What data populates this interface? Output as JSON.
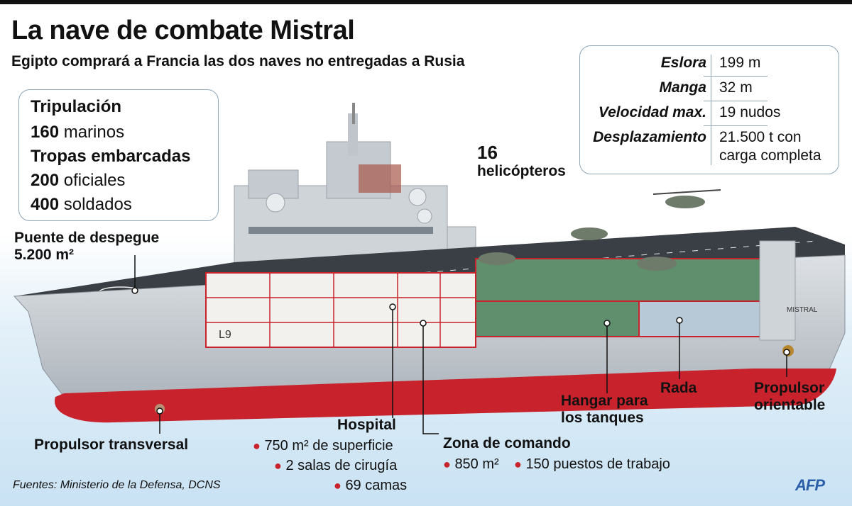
{
  "title": "La nave de combate Mistral",
  "subtitle": "Egipto comprará a Francia las dos naves no entregadas a Rusia",
  "crew": {
    "heading1": "Tripulación",
    "line1_num": "160",
    "line1_txt": "marinos",
    "heading2": "Tropas embarcadas",
    "line2_num": "200",
    "line2_txt": "oficiales",
    "line3_num": "400",
    "line3_txt": "soldados"
  },
  "specs": [
    {
      "key": "Eslora",
      "value": "199 m"
    },
    {
      "key": "Manga",
      "value": "32 m"
    },
    {
      "key": "Velocidad max.",
      "value": "19 nudos"
    },
    {
      "key": "Desplazamiento",
      "value": "21.500 t con",
      "value2": "carga completa"
    }
  ],
  "labels": {
    "deck_1": "Puente de despegue",
    "deck_2": "5.200 m²",
    "heli_num": "16",
    "heli_txt": "helicópteros",
    "hospital": "Hospital",
    "hospital_b1": "750 m² de superficie",
    "hospital_b2": "2 salas de cirugía",
    "hospital_b3": "69 camas",
    "command": "Zona de comando",
    "command_b1": "850 m²",
    "command_b2": "150 puestos de trabajo",
    "hangar_1": "Hangar para",
    "hangar_2": "los tanques",
    "rada": "Rada",
    "propulsor_or_1": "Propulsor",
    "propulsor_or_2": "orientable",
    "propulsor_tr": "Propulsor transversal",
    "hull_mark": "L9",
    "ship_name": "MISTRAL"
  },
  "source": "Fuentes: Ministerio de la Defensa, DCNS",
  "logo": "AFP",
  "colors": {
    "hull_red": "#c8232c",
    "hull_grey": "#c9ced3",
    "deck": "#3a3f45",
    "water": "#d7eaf6",
    "hangar_green": "#5f8f6c",
    "box_border": "#8fa6b8",
    "accent_blue": "#2b5ea8"
  }
}
